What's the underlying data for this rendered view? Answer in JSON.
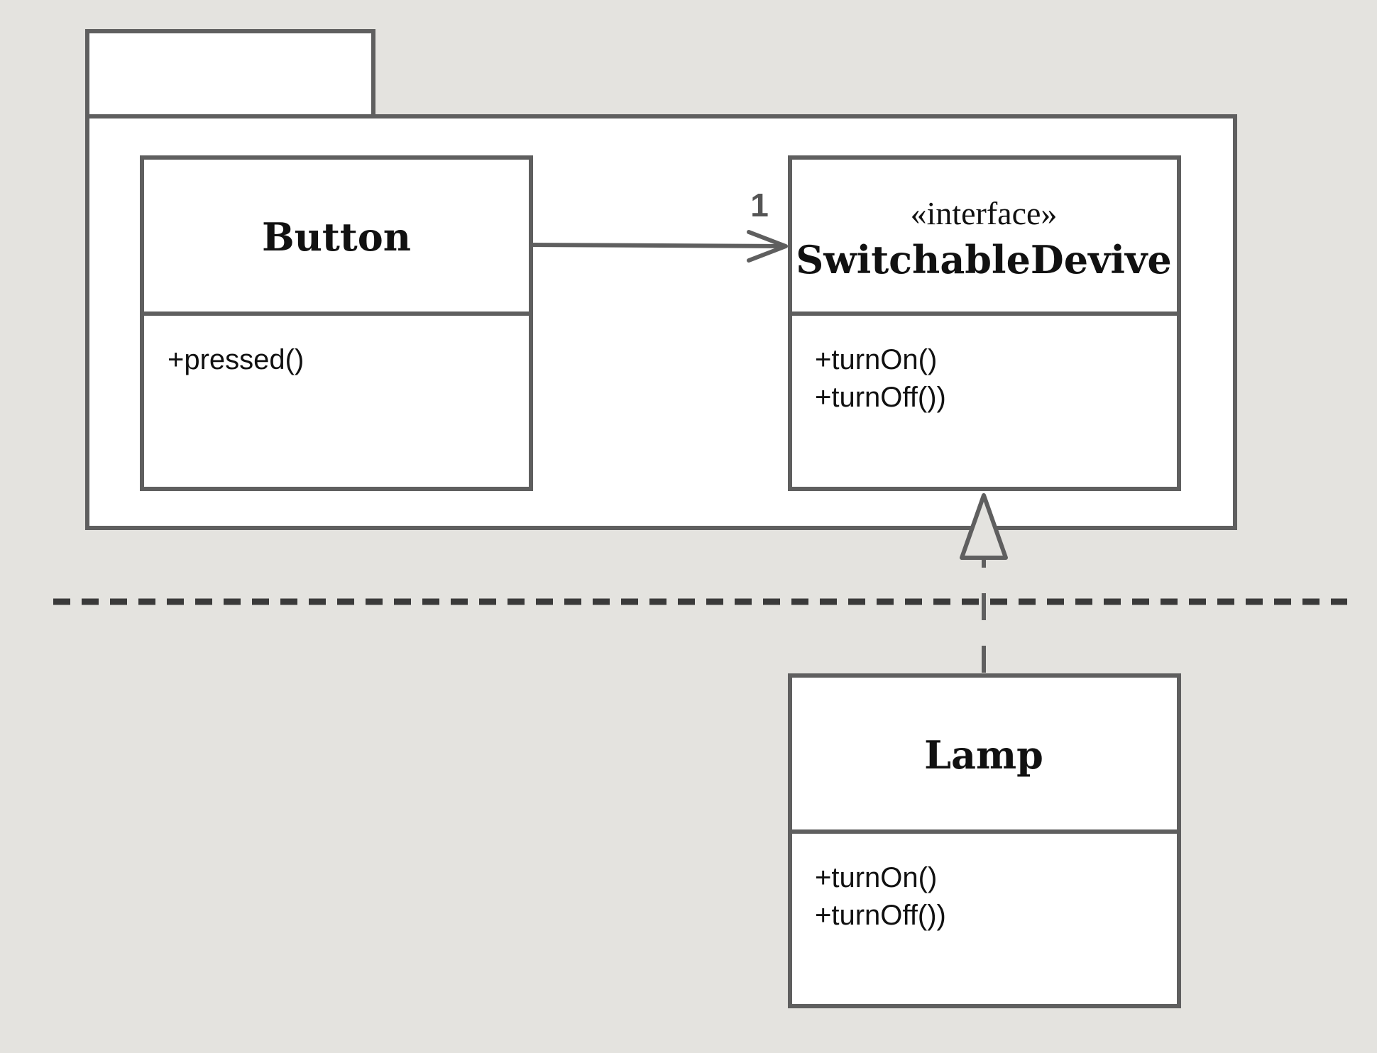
{
  "diagram": {
    "classes": {
      "button": {
        "name": "Button",
        "members": [
          "+pressed()"
        ]
      },
      "switchable": {
        "stereotype": "«interface»",
        "name": "SwitchableDevive",
        "members": [
          "+turnOn()",
          "+turnOff())"
        ]
      },
      "lamp": {
        "name": "Lamp",
        "members": [
          "+turnOn()",
          "+turnOff())"
        ]
      }
    },
    "association": {
      "multiplicity": "1"
    },
    "colors": {
      "background": "#e4e3df",
      "fill": "#ffffff",
      "stroke": "#5f5f5f",
      "boundary": "#3a3a3a"
    }
  }
}
